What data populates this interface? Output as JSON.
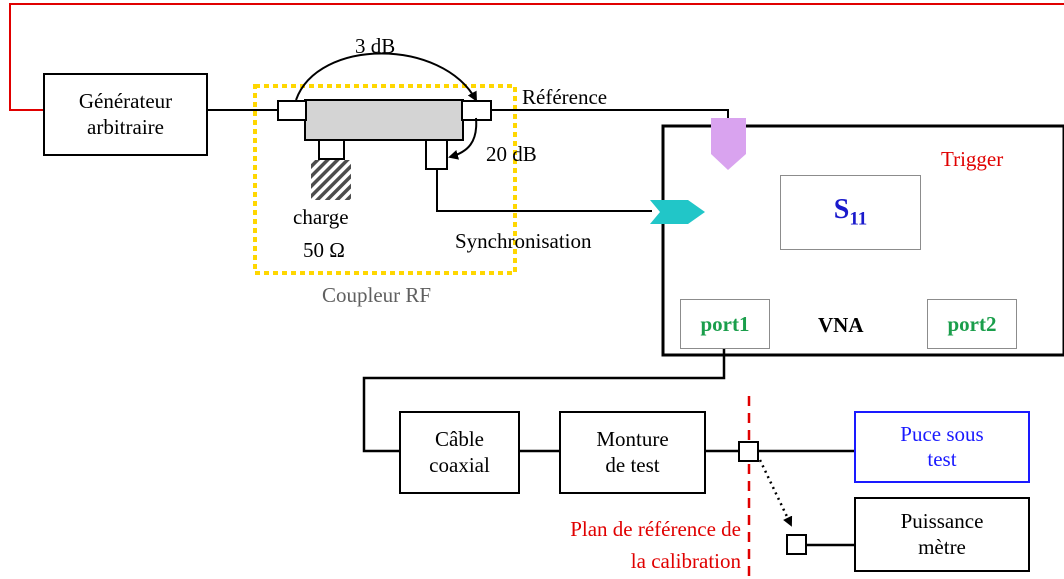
{
  "generator": {
    "line1": "Générateur",
    "line2": "arbitraire"
  },
  "coupler": {
    "label": "Coupleur RF",
    "coupling_main": "3 dB",
    "coupling_aux": "20 dB",
    "load_line1": "charge",
    "load_line2": "50 Ω"
  },
  "signals": {
    "reference": "Référence",
    "synchronisation": "Synchronisation",
    "trigger": "Trigger"
  },
  "vna": {
    "label": "VNA",
    "s_param_base": "S",
    "s_param_sub": "11",
    "port1": "port1",
    "port2": "port2"
  },
  "cable": {
    "line1": "Câble",
    "line2": "coaxial"
  },
  "fixture": {
    "line1": "Monture",
    "line2": "de test"
  },
  "dut": {
    "line1": "Puce sous",
    "line2": "test"
  },
  "power_meter": {
    "line1": "Puissance",
    "line2": "mètre"
  },
  "calibration_plane": {
    "line1": "Plan de référence de",
    "line2": "la calibration"
  },
  "colors": {
    "trigger": "#e00000",
    "calibration": "#e00000",
    "dut": "#1a1aff",
    "ports": "#1a9e4b",
    "s_param": "#1a1acc",
    "coupler_outline": "#ffd700",
    "reference_marker": "#d9a3ef",
    "sync_marker": "#21c6c8",
    "load_fill": "#4d4d4d"
  }
}
